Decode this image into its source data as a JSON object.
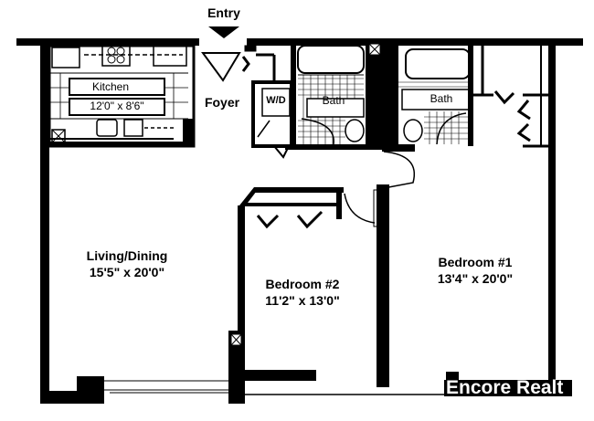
{
  "floorplan": {
    "entry_label": "Entry",
    "foyer_label": "Foyer",
    "rooms": {
      "kitchen": {
        "name": "Kitchen",
        "dimensions": "12'0\" x 8'6\""
      },
      "living_dining": {
        "name": "Living/Dining",
        "dimensions": "15'5\" x 20'0\""
      },
      "bedroom2": {
        "name": "Bedroom #2",
        "dimensions": "11'2\" x 13'0\""
      },
      "bedroom1": {
        "name": "Bedroom #1",
        "dimensions": "13'4\" x 20'0\""
      },
      "bath_hall": {
        "name": "Bath"
      },
      "bath_master": {
        "name": "Bath"
      }
    },
    "washer_dryer_label": "W/D",
    "watermark": "Encore Realt",
    "colors": {
      "wall": "#000000",
      "background": "#ffffff",
      "watermark_text": "#ffffff"
    }
  }
}
